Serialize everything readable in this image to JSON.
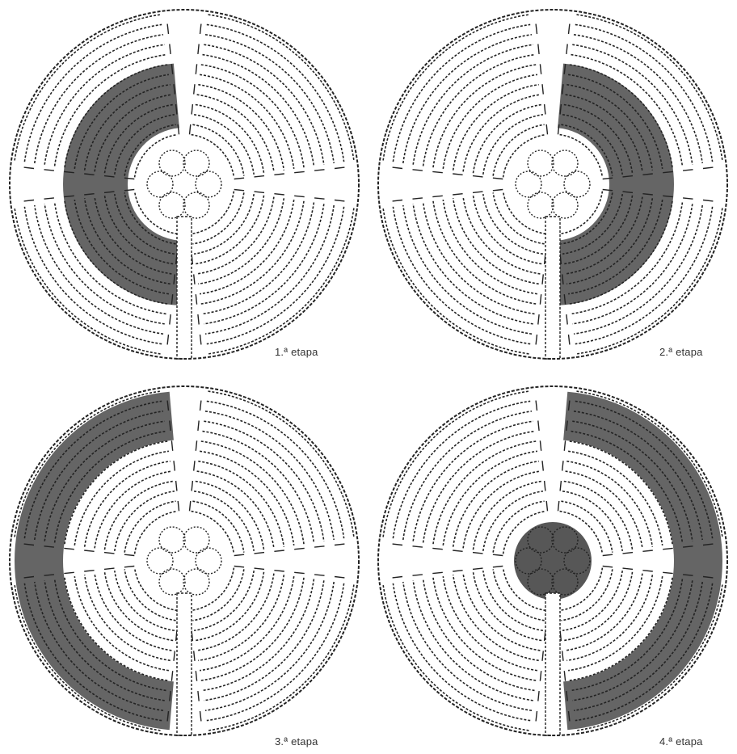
{
  "stages": [
    {
      "caption": "1.ª etapa",
      "highlight": "left-inner"
    },
    {
      "caption": "2.ª etapa",
      "highlight": "right-inner"
    },
    {
      "caption": "3.ª etapa",
      "highlight": "left-outer"
    },
    {
      "caption": "4.ª etapa",
      "highlight": "right-outer-center"
    }
  ],
  "colors": {
    "path": "#222222",
    "highlight": "#3a3a3a",
    "background": "#ffffff"
  }
}
